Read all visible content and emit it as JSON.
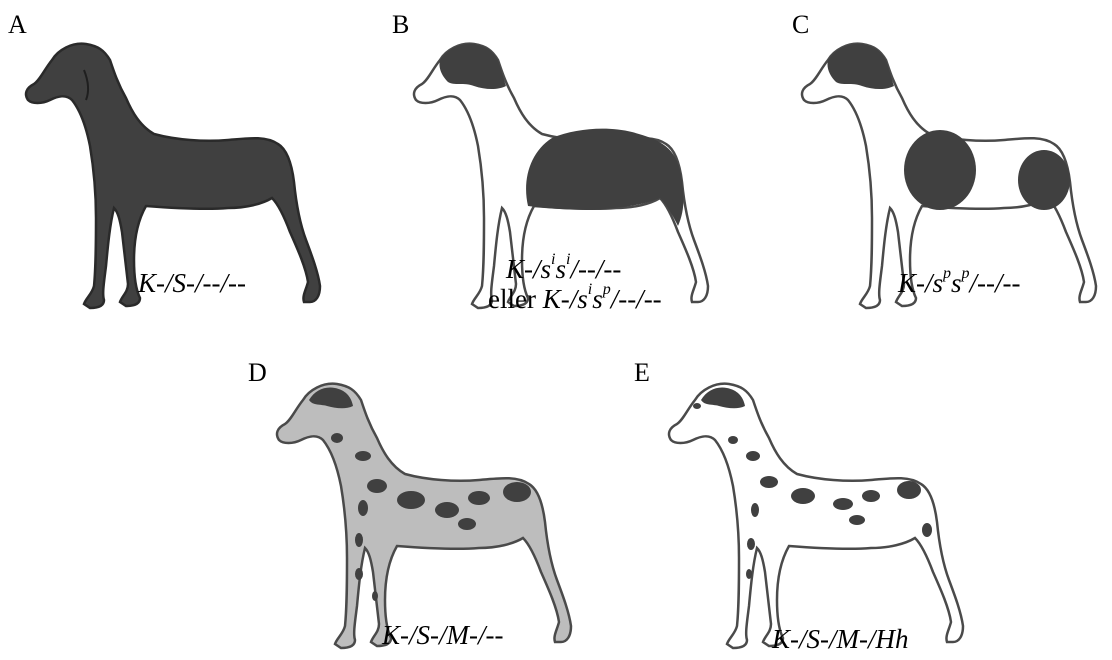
{
  "colors": {
    "dark": "#404040",
    "merle": "#bdbdbd",
    "outline": "#4a4a4a",
    "white": "#ffffff"
  },
  "panels": [
    {
      "label": "A",
      "genotype": "K-/S-/--/--"
    },
    {
      "label": "B",
      "genotype_line1_prefix": "K-/s",
      "sup1": "i",
      "mid1": "s",
      "sup2": "i",
      "genotype_line1_suffix": "/--/--",
      "or_word": "eller",
      "genotype_line2_prefix": "K-/s",
      "sup3": "i",
      "mid2": "s",
      "sup4": "p",
      "genotype_line2_suffix": "/--/--"
    },
    {
      "label": "C",
      "genotype_prefix": "K-/s",
      "sup1": "p",
      "mid": "s",
      "sup2": "p",
      "genotype_suffix": "/--/--"
    },
    {
      "label": "D",
      "genotype": "K-/S-/M-/--"
    },
    {
      "label": "E",
      "genotype": "K-/S-/M-/Hh"
    }
  ]
}
